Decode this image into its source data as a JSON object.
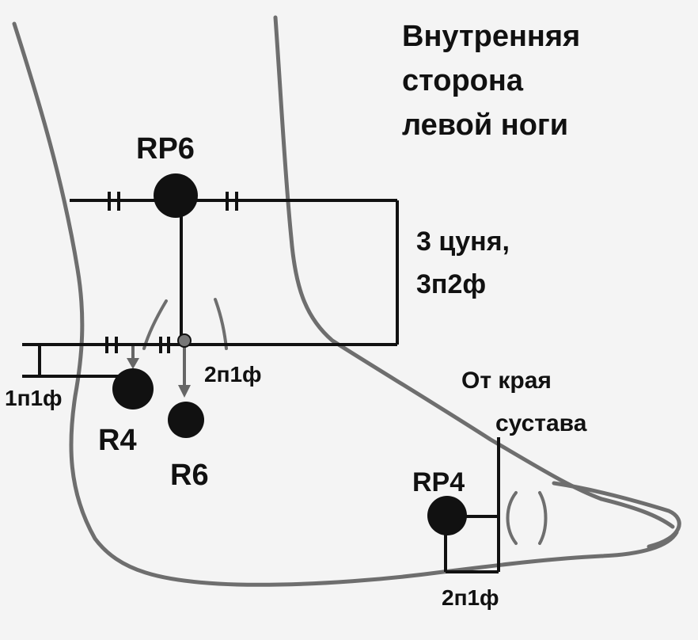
{
  "title": {
    "line1": "Внутренняя",
    "line2": "сторона",
    "line3": "левой ноги"
  },
  "measures": {
    "three_cun_line1": "3 цуня,",
    "three_cun_line2": "3п2ф",
    "two_p1f_middle": "2п1ф",
    "one_p1f": "1п1ф",
    "joint_edge_line1": "От края",
    "joint_edge_line2": "сустава",
    "two_p1f_bottom": "2п1ф"
  },
  "points": {
    "rp6": "RP6",
    "r4": "R4",
    "r6": "R6",
    "rp4": "RP4"
  },
  "colors": {
    "ink": "#111111",
    "outline": "#6e6e6e",
    "arrow": "#666666",
    "background": "#f4f4f4"
  }
}
